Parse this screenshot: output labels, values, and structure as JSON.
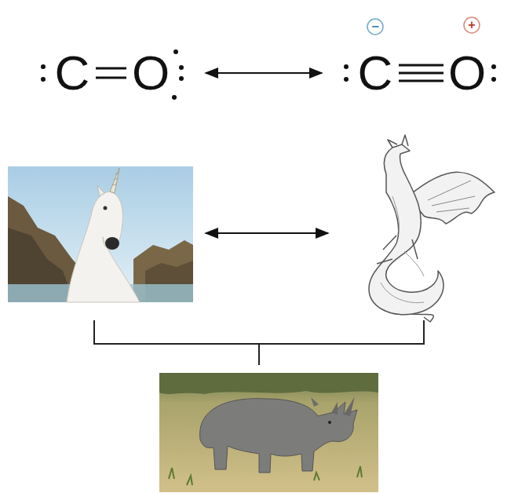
{
  "diagram": {
    "labels": [
      "C",
      "O",
      "C",
      "O",
      "−",
      "+"
    ]
  }
}
